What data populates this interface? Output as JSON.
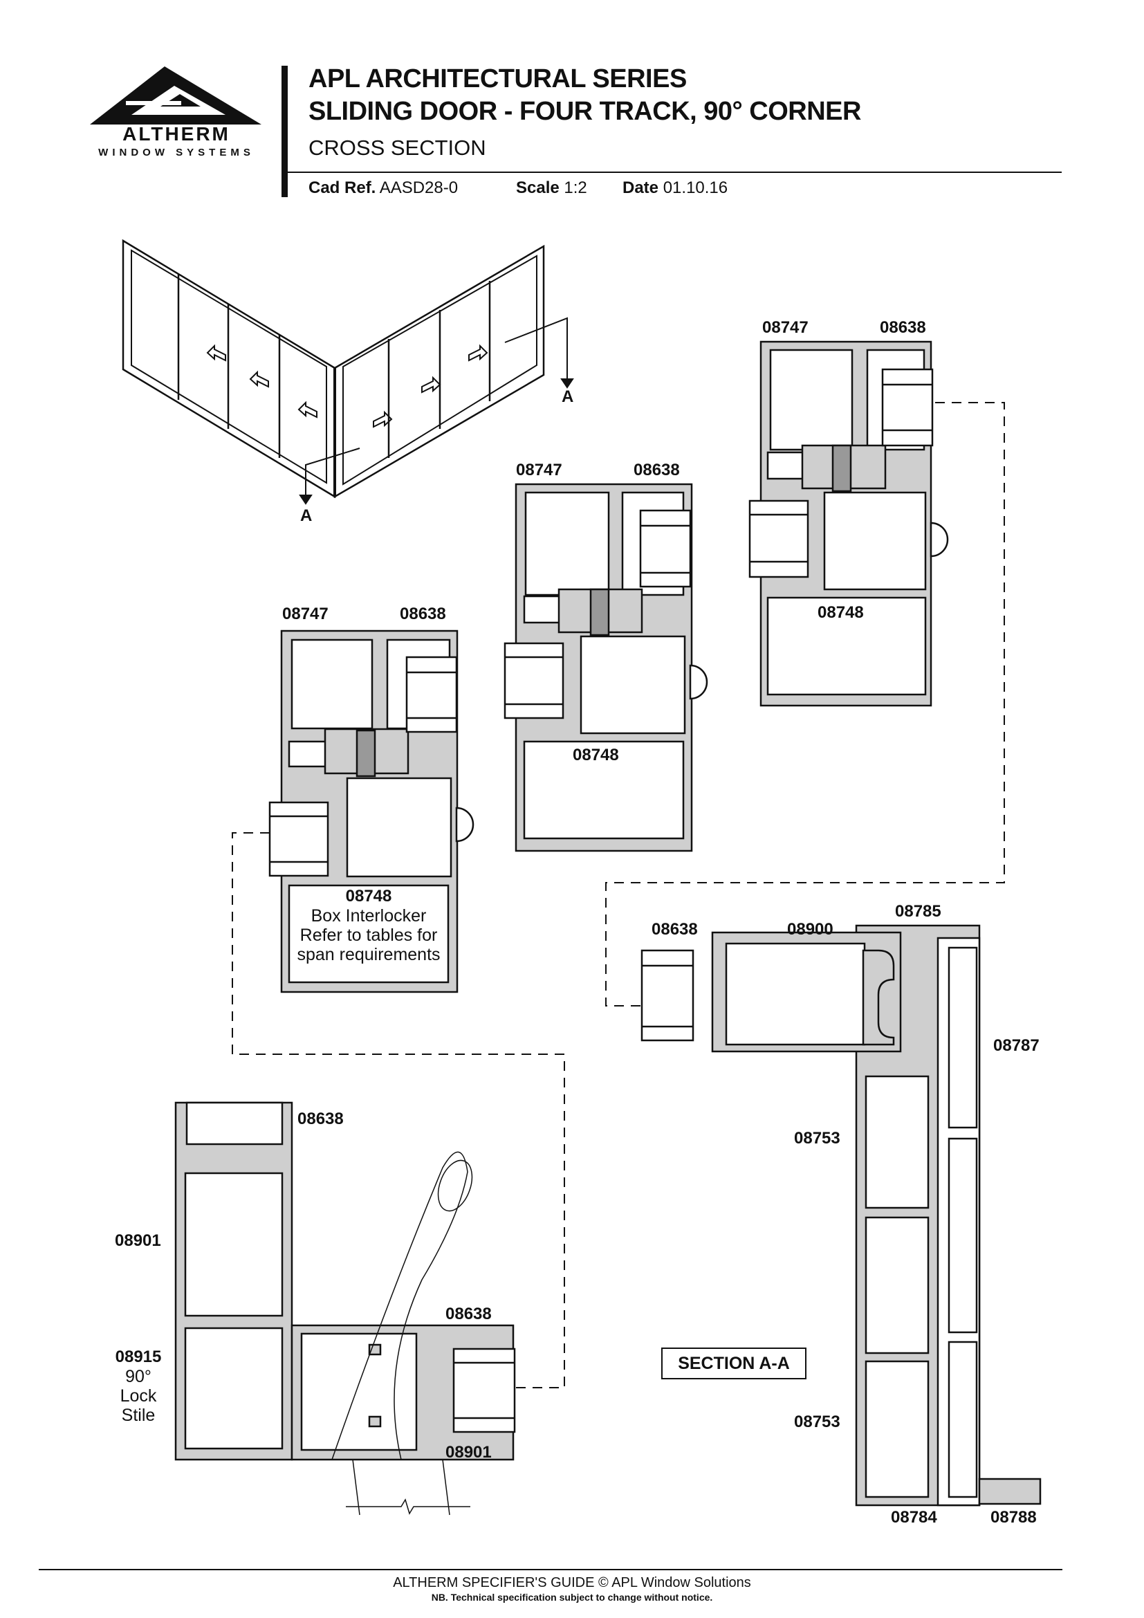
{
  "brand": {
    "name": "ALTHERM",
    "tagline": "WINDOW SYSTEMS"
  },
  "header": {
    "title_line1": "APL ARCHITECTURAL SERIES",
    "title_line2": "SLIDING DOOR - FOUR TRACK, 90° CORNER",
    "subtitle": "CROSS SECTION",
    "cad_ref_label": "Cad Ref.",
    "cad_ref": "AASD28-0",
    "scale_label": "Scale",
    "scale": "1:2",
    "date_label": "Date",
    "date": "01.10.16"
  },
  "iso_view": {
    "section_marker_top": "A",
    "section_marker_bottom": "A"
  },
  "panel1": {
    "p1": "08747",
    "p2": "08638",
    "p3": "08748",
    "note_line1": "Box Interlocker",
    "note_line2": "Refer to tables for",
    "note_line3": "span requirements"
  },
  "panel2": {
    "p1": "08747",
    "p2": "08638",
    "p3": "08748"
  },
  "panel3": {
    "p1": "08747",
    "p2": "08638",
    "p3": "08748"
  },
  "corner_detail": {
    "p_top": "08638",
    "p_left": "08901",
    "p_right_top": "08638",
    "p_right_bottom": "08901",
    "stile_line1": "08915",
    "stile_line2": "90°",
    "stile_line3": "Lock",
    "stile_line4": "Stile"
  },
  "section_aa": {
    "label": "SECTION A-A",
    "p1": "08638",
    "p2": "08900",
    "p3": "08785",
    "p4": "08787",
    "p5": "08753",
    "p6": "08753",
    "p7": "08784",
    "p8": "08788"
  },
  "footer": {
    "line1": "ALTHERM SPECIFIER'S GUIDE  © APL Window Solutions",
    "line2": "NB. Technical specification subject to change without notice."
  },
  "colors": {
    "ink": "#111111",
    "fill": "#cfcfcf"
  }
}
